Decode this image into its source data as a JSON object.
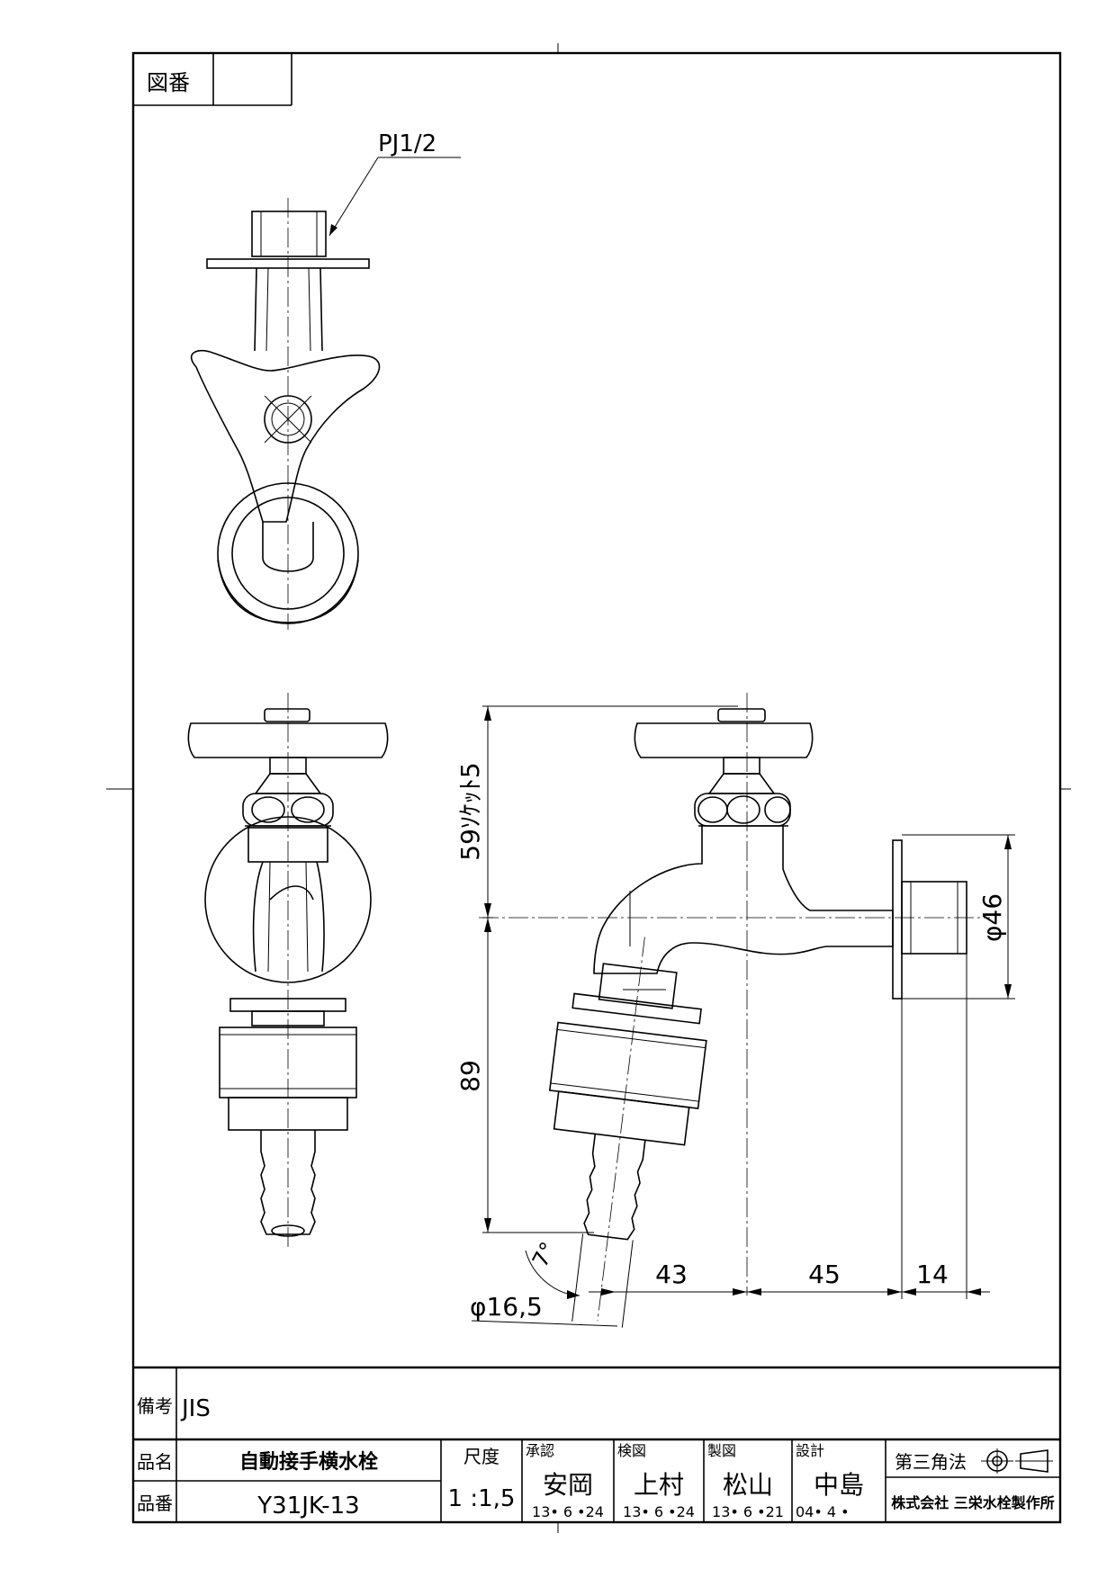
{
  "drawing_number": {
    "label": "図番",
    "value": ""
  },
  "callouts": {
    "thread": "PJ1/2"
  },
  "dimensions": {
    "d59": "59ｿｹｯﾄ5",
    "d89": "89",
    "d43": "43",
    "d45": "45",
    "d14": "14",
    "dia46": "φ46",
    "dia165": "φ16,5",
    "angle": "7°"
  },
  "title_block": {
    "remarks_label": "備考",
    "remarks_value": "JIS",
    "name_label": "品名",
    "name_value": "自動接手横水栓",
    "number_label": "品番",
    "number_value": "Y31JK-13",
    "scale_label": "尺度",
    "scale_value": "1 :1,5",
    "approvals": [
      {
        "role": "承認",
        "name": "安岡",
        "date": "13• 6 •24"
      },
      {
        "role": "検図",
        "name": "上村",
        "date": "13• 6 •24"
      },
      {
        "role": "製図",
        "name": "松山",
        "date": "13• 6 •21"
      },
      {
        "role": "設計",
        "name": "中島",
        "date": "04• 4 •"
      }
    ],
    "projection": "第三角法",
    "company": "株式会社 三栄水栓製作所"
  }
}
